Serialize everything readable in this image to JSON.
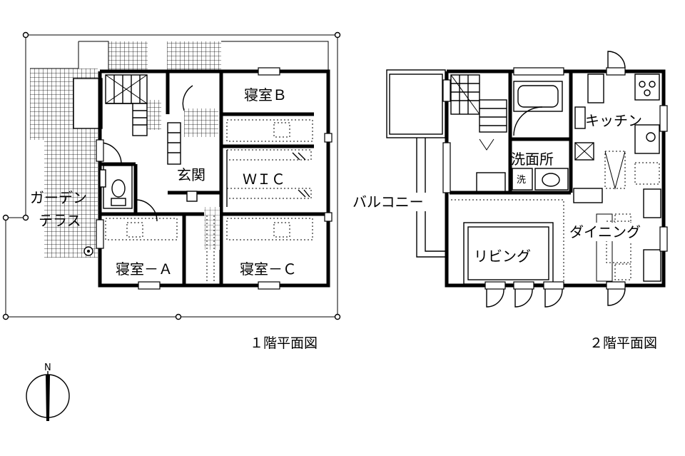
{
  "floor1": {
    "title": "１階平面図",
    "rooms": {
      "bedroom_b": "寝室Ｂ",
      "entrance": "玄関",
      "wic": "ＷＩＣ",
      "garden_terrace_1": "ガーデン",
      "garden_terrace_2": "テラス",
      "bedroom_a": "寝室－Ａ",
      "bedroom_c": "寝室－Ｃ"
    }
  },
  "floor2": {
    "title": "２階平面図",
    "rooms": {
      "kitchen": "キッチン",
      "washroom": "洗面所",
      "washer": "洗",
      "balcony": "バルコニー",
      "dining": "ダイニング",
      "living": "リビング"
    }
  },
  "compass": {
    "north": "N"
  }
}
